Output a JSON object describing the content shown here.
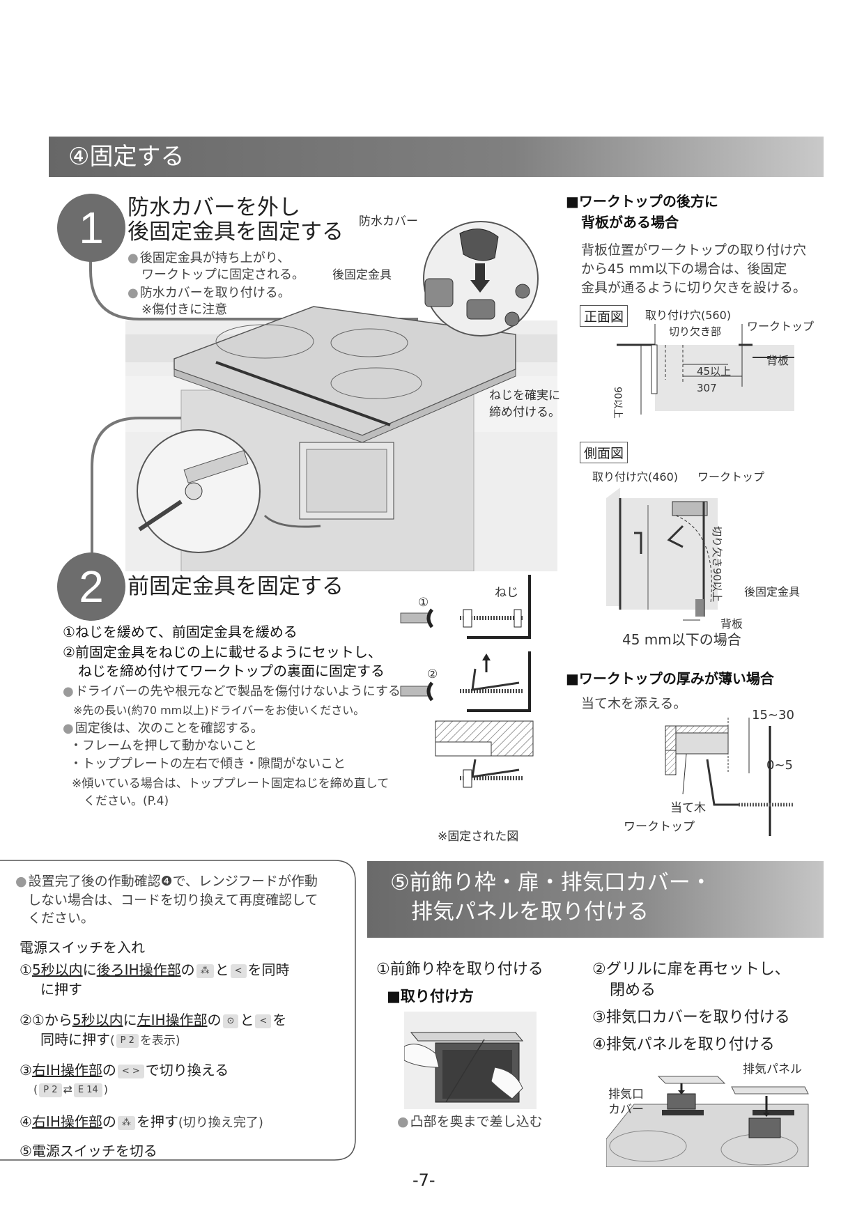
{
  "section4": {
    "header": "④固定する",
    "step1": {
      "number": "1",
      "title_line1": "防水カバーを外し",
      "title_line2": "後固定金具を固定する",
      "note1_line1": "後固定金具が持ち上がり、",
      "note1_line2": "ワークトップに固定される。",
      "note2": "防水カバーを取り付ける。",
      "note3": "※傷付きに注意",
      "callout_cover": "防水カバー",
      "callout_bracket": "後固定金具",
      "callout_screw_line1": "ねじを確実に",
      "callout_screw_line2": "締め付ける。"
    },
    "step2": {
      "number": "2",
      "title": "前固定金具を固定する",
      "item1": "①ねじを緩めて、前固定金具を緩める",
      "item2_line1": "②前固定金具をねじの上に載せるようにセットし、",
      "item2_line2": "ねじを締め付けてワークトップの裏面に固定する",
      "note1": "ドライバーの先や根元などで製品を傷付けないようにする。",
      "note1_sub": "※先の長い(約70 mm以上)ドライバーをお使いください。",
      "note2": "固定後は、次のことを確認する。",
      "check1": "・フレームを押して動かないこと",
      "check2": "・トッププレートの左右で傾き・隙間がないこと",
      "check3_line1": "※傾いている場合は、トッププレート固定ねじを締め直して",
      "check3_line2": "ください。(P.4)",
      "diag_screw": "ねじ",
      "diag_num1": "①",
      "diag_num2": "②",
      "diag_caption": "※固定された図"
    },
    "backboard": {
      "heading_line1": "■ワークトップの後方に",
      "heading_line2": "背板がある場合",
      "text_line1": "背板位置がワークトップの取り付け穴",
      "text_line2": "から45 mm以下の場合は、後固定",
      "text_line3": "金具が通るように切り欠きを設ける。",
      "front_label": "正面図",
      "front_hole": "取り付け穴(560)",
      "front_worktop": "ワークトップ",
      "front_notch": "切り欠き部",
      "front_backboard": "背板",
      "front_45": "45以上",
      "front_307": "307",
      "front_90": "90以上",
      "side_label": "側面図",
      "side_hole": "取り付け穴(460)",
      "side_worktop": "ワークトップ",
      "side_notch": "切り欠き90以上",
      "side_bracket": "後固定金具",
      "side_backboard": "背板",
      "side_caption": "45 mm以下の場合"
    },
    "thin": {
      "heading": "■ワークトップの厚みが薄い場合",
      "text": "当て木を添える。",
      "dim1": "15~30",
      "dim2": "0~5",
      "wood": "当て木",
      "worktop": "ワークトップ"
    }
  },
  "notebox": {
    "line1": "設置完了後の作動確認❹で、レンジフードが作動",
    "line2": "しない場合は、コードを切り換えて再度確認して",
    "line3": "ください。",
    "power_on": "電源スイッチを入れ",
    "s1_a": "①",
    "s1_b": "5秒以内",
    "s1_c": "に",
    "s1_d": "後ろIH操作部",
    "s1_e": "の",
    "s1_f": "と",
    "s1_g": "を同時",
    "s1_h": "に押す",
    "s2_a": "②①から",
    "s2_b": "5秒以内",
    "s2_c": "に",
    "s2_d": "左IH操作部",
    "s2_e": "の",
    "s2_f": "と",
    "s2_g": "を",
    "s2_h": "同時に押す",
    "s2_i": "を表示)",
    "s3_a": "③",
    "s3_b": "右IH操作部",
    "s3_c": "の",
    "s3_d": "で切り換える",
    "s4_a": "④",
    "s4_b": "右IH操作部",
    "s4_c": "の",
    "s4_d": "を押す",
    "s4_e": "(切り換え完了)",
    "s5": "⑤電源スイッチを切る",
    "key_fan": "⁂",
    "key_lt": "<",
    "key_gt": "<",
    "key_timer": "⊙",
    "key_lr": "<  >",
    "code_p2": "P  2",
    "code_e14": "E 14",
    "swap": "⇄"
  },
  "section5": {
    "header_line1": "⑤前飾り枠・扉・排気口カバー・",
    "header_line2": "排気パネルを取り付ける",
    "step1": "①前飾り枠を取り付ける",
    "howto": "■取り付け方",
    "insert_note": "凸部を奥まで差し込む",
    "step2_line1": "②グリルに扉を再セットし、",
    "step2_line2": "閉める",
    "step3": "③排気口カバーを取り付ける",
    "step4": "④排気パネルを取り付ける",
    "label_panel": "排気パネル",
    "label_cover_line1": "排気口",
    "label_cover_line2": "カバー"
  },
  "page_number": "-7-"
}
